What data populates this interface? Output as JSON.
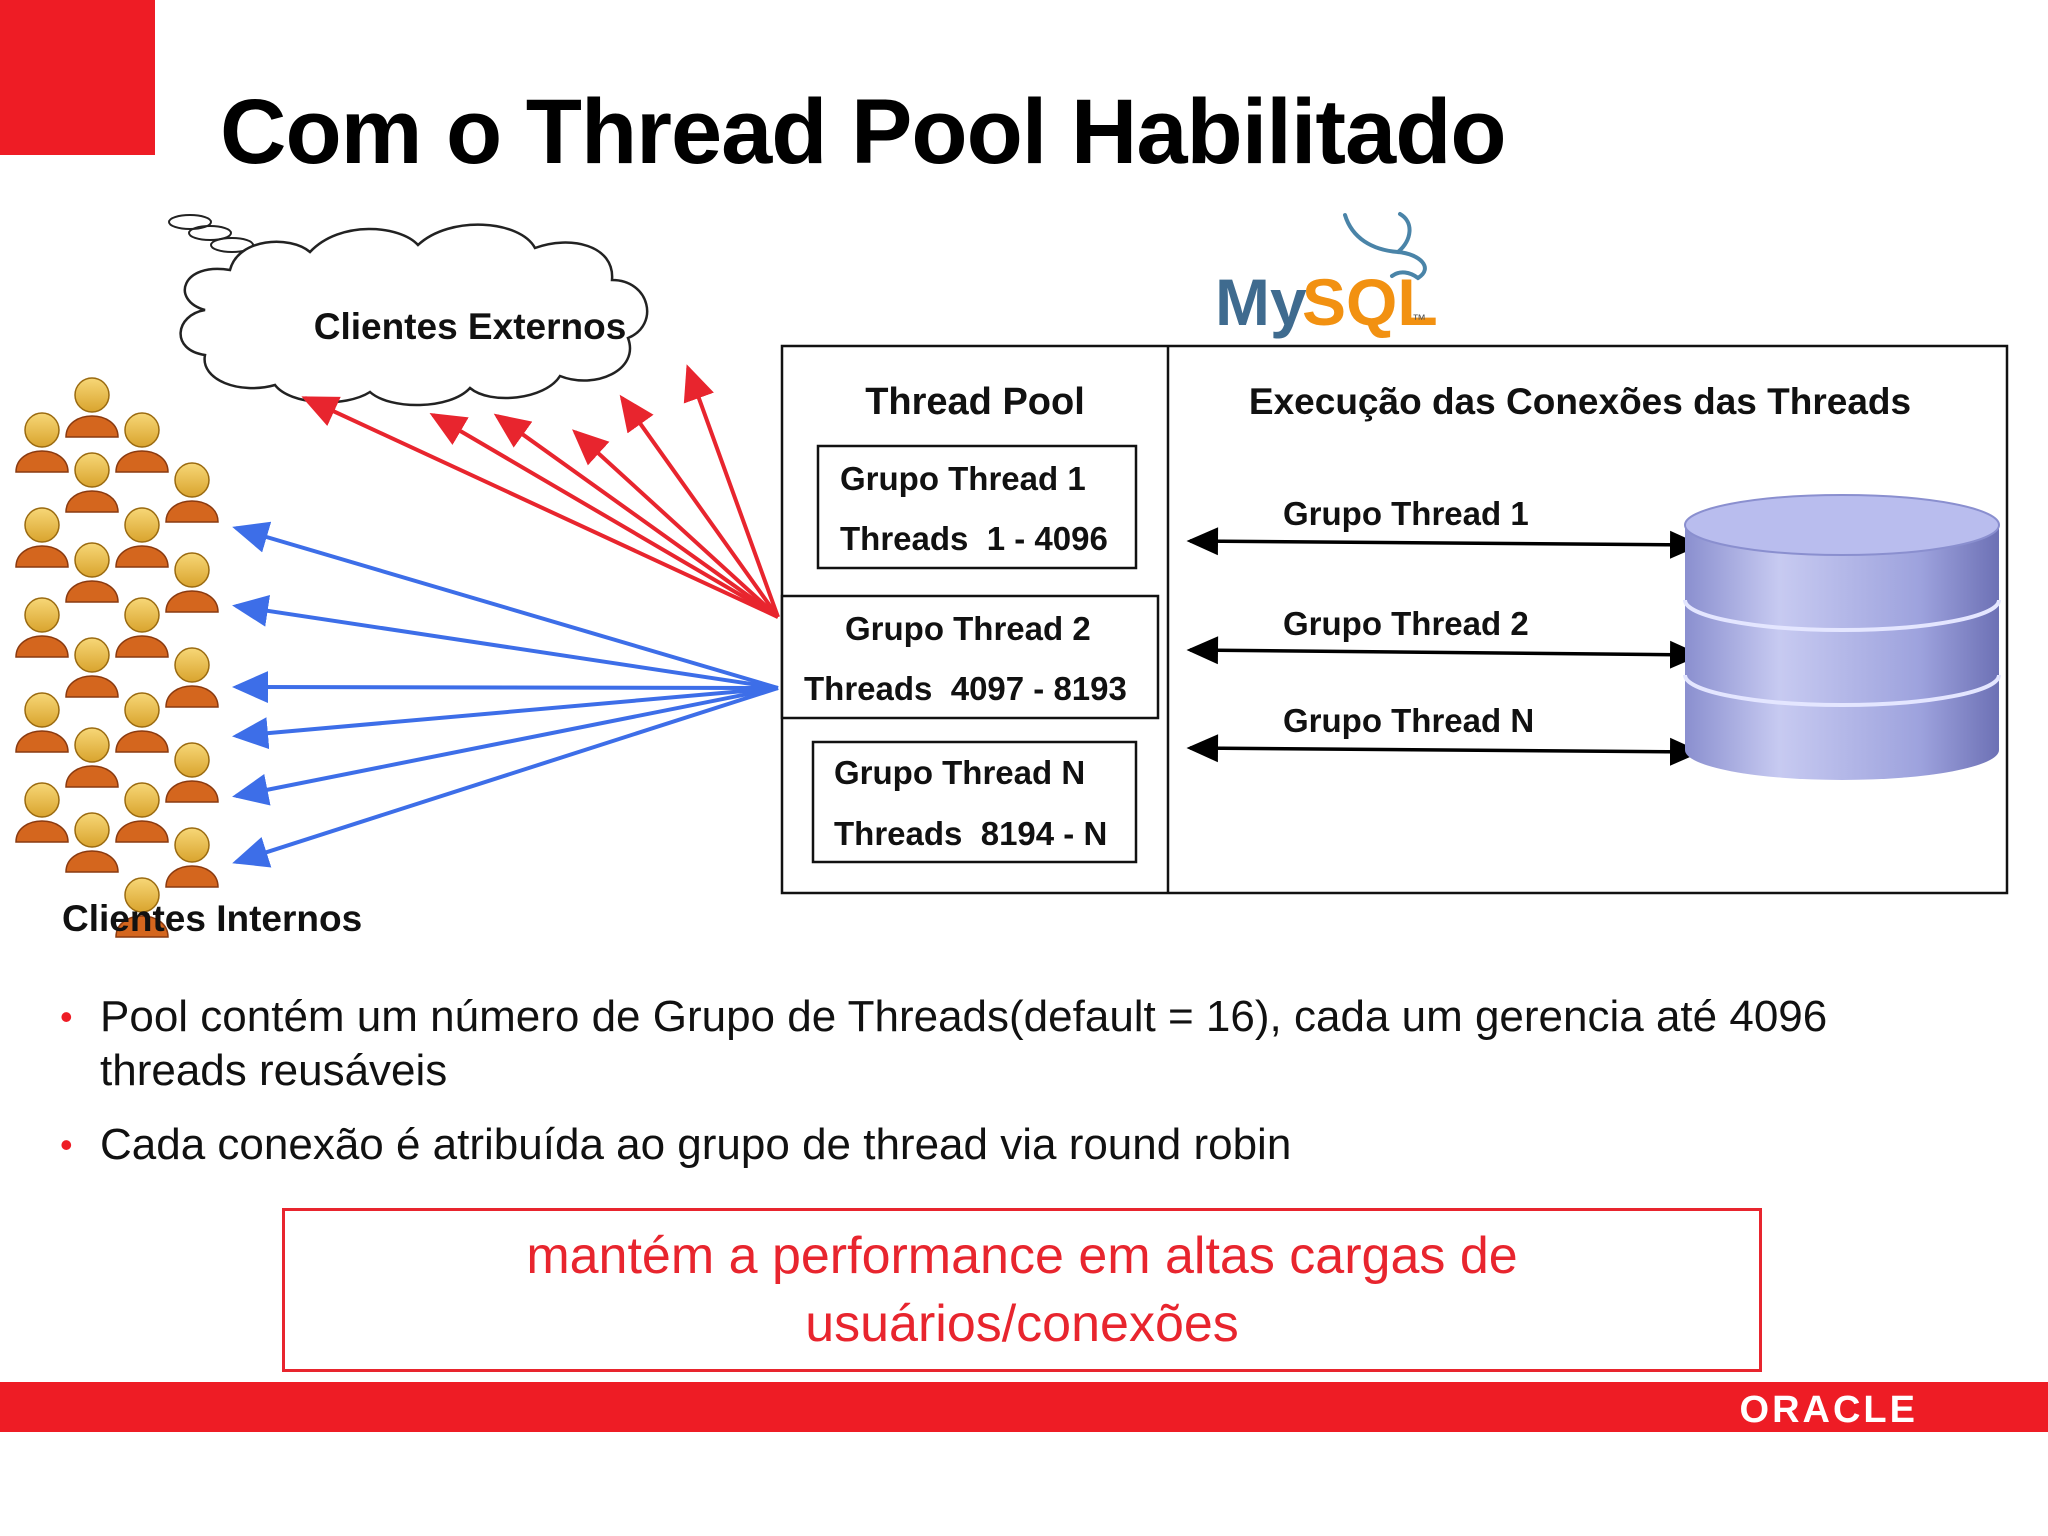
{
  "slide": {
    "title": "Com o Thread Pool Habilitado",
    "accent_color": "#ee1c25",
    "external_clients": "Clientes Externos",
    "internal_clients": "Clientes Internos",
    "mysql_logo": {
      "my": "My",
      "sql": "SQL",
      "tm": "™",
      "icon": "dolphin-icon"
    },
    "thread_pool": {
      "title": "Thread Pool",
      "groups": [
        {
          "name": "Grupo Thread 1",
          "threads": "Threads  1 - 4096"
        },
        {
          "name": "Grupo Thread 2",
          "threads": "Threads  4097 - 8193"
        },
        {
          "name": "Grupo Thread N",
          "threads": "Threads  8194 - N"
        }
      ]
    },
    "execution": {
      "title": "Execução das Conexões das Threads",
      "connections": [
        "Grupo Thread 1",
        "Grupo Thread 2",
        "Grupo Thread N"
      ],
      "icon": "database-icon"
    },
    "bullets": [
      "Pool contém um número de Grupo de Threads(default = 16), cada um gerencia até 4096 threads reusáveis",
      "Cada conexão é atribuída ao grupo de thread via round robin"
    ],
    "callout": "mantém a performance em altas cargas de usuários/conexões",
    "footer_logo": "ORACLE"
  }
}
